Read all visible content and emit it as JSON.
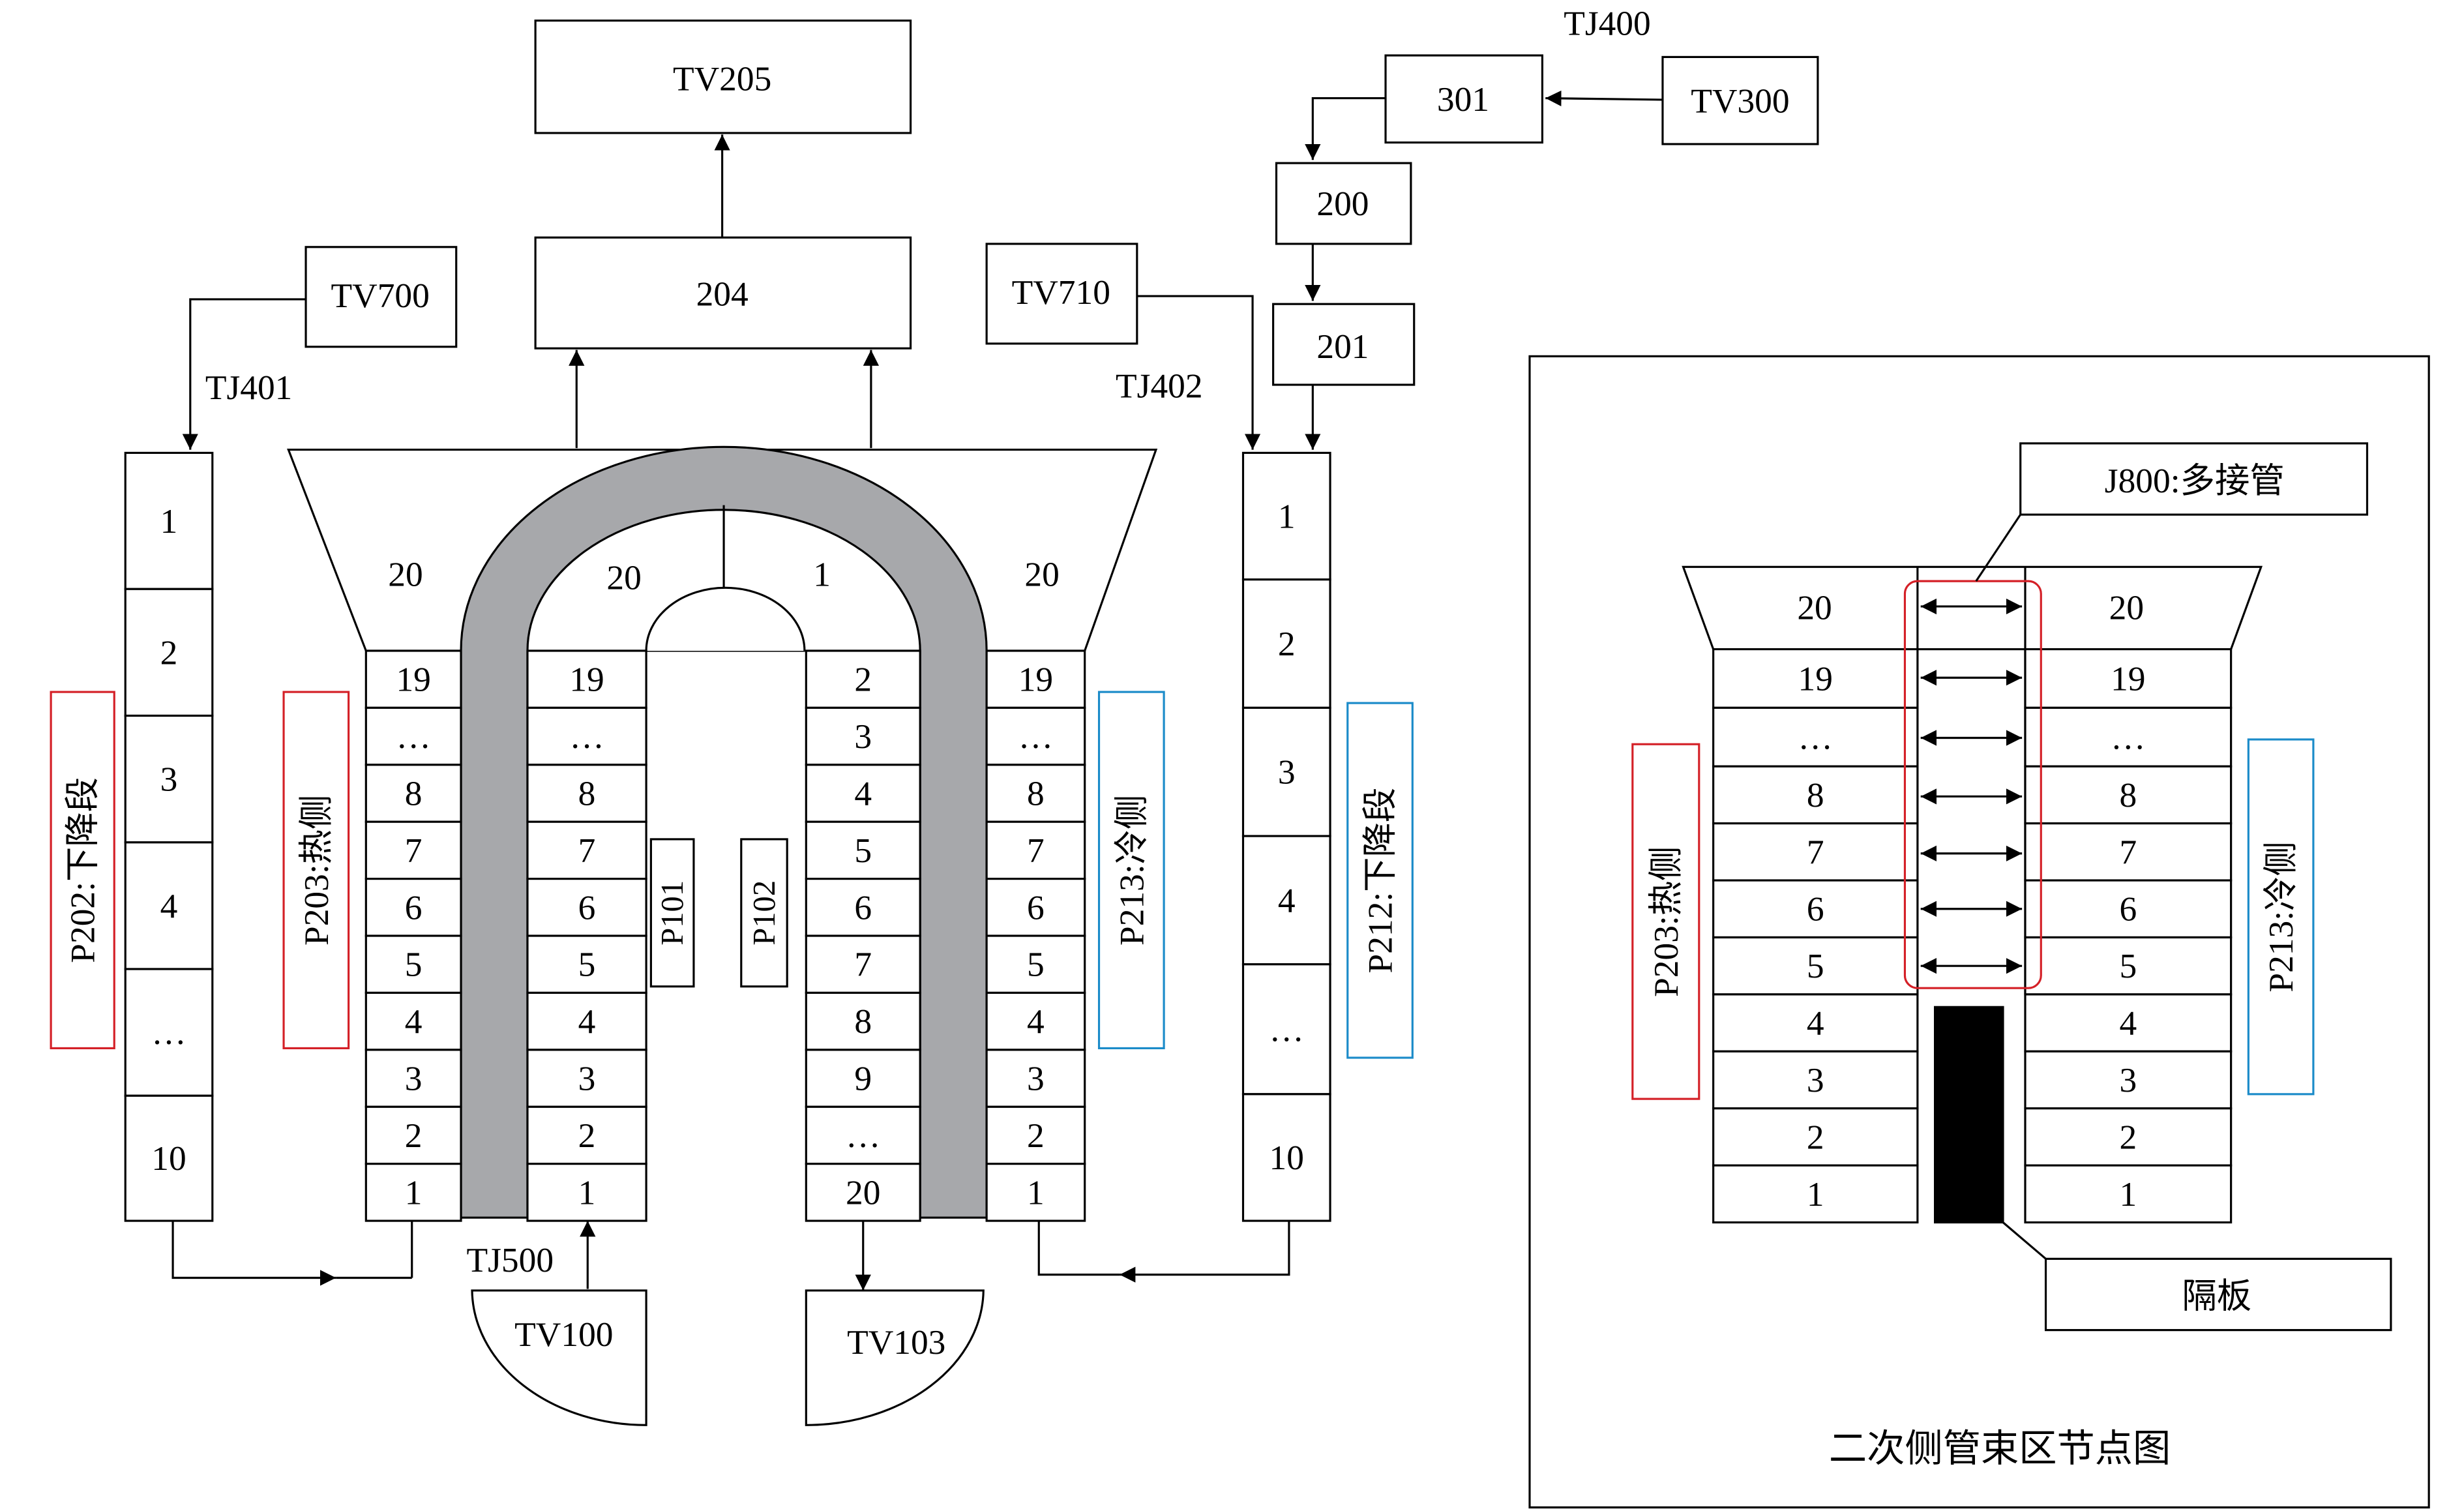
{
  "boxes": {
    "tv205": "TV205",
    "b204": "204",
    "tv700": "TV700",
    "tv710": "TV710",
    "b301": "301",
    "tv300": "TV300",
    "b200": "200",
    "b201": "201"
  },
  "junctions": {
    "tj400": "TJ400",
    "tj401": "TJ401",
    "tj402": "TJ402",
    "tj500": "TJ500"
  },
  "volumes": {
    "tv100": "TV100",
    "tv103": "TV103"
  },
  "pipes": {
    "p202": "P202:下降段",
    "p203": "P203:热侧",
    "p213": "P213:冷侧",
    "p212": "P212:下降段",
    "p101": "P101",
    "p102": "P102"
  },
  "downcomer_left_cells": [
    "1",
    "2",
    "3",
    "4",
    "…",
    "10"
  ],
  "downcomer_right_cells": [
    "1",
    "2",
    "3",
    "4",
    "…",
    "10"
  ],
  "riser_hot_cells": [
    "19",
    "…",
    "8",
    "7",
    "6",
    "5",
    "4",
    "3",
    "2",
    "1"
  ],
  "riser_cold_cells": [
    "19",
    "…",
    "8",
    "7",
    "6",
    "5",
    "4",
    "3",
    "2",
    "1"
  ],
  "p101_cells": [
    "19",
    "…",
    "8",
    "7",
    "6",
    "5",
    "4",
    "3",
    "2",
    "1"
  ],
  "p102_cells": [
    "2",
    "3",
    "4",
    "5",
    "6",
    "7",
    "8",
    "9",
    "…",
    "20"
  ],
  "trap_labels": {
    "outer_left": "20",
    "inner_left": "20",
    "inner_right": "1",
    "outer_right": "20"
  },
  "detail": {
    "title": "二次侧管束区节点图",
    "j800": "J800:多接管",
    "baffle": "隔板",
    "hot": "P203:热侧",
    "cold": "P213:冷侧",
    "top_left": "20",
    "top_right": "20",
    "left_cells": [
      "19",
      "…",
      "8",
      "7",
      "6",
      "5",
      "4",
      "3",
      "2",
      "1"
    ],
    "right_cells": [
      "19",
      "…",
      "8",
      "7",
      "6",
      "5",
      "4",
      "3",
      "2",
      "1"
    ]
  },
  "colors": {
    "tube": "#a7a8ab",
    "red": "#d42027",
    "blue": "#1b8bc9",
    "baffle": "#000000"
  }
}
